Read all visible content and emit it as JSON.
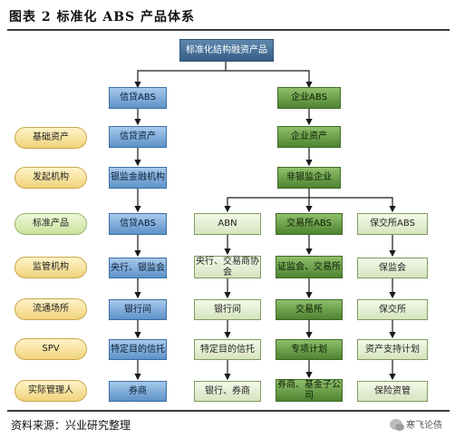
{
  "title": "图表 2    标准化 ABS 产品体系",
  "source": "资料来源：兴业研究整理",
  "wechat_label": "寒飞论债",
  "root": "标准化结构融资产品",
  "row_labels": [
    "基础资产",
    "发起机构",
    "标准产品",
    "监管机构",
    "流通场所",
    "SPV",
    "实际管理人"
  ],
  "columns": {
    "credit": {
      "header": "信贷ABS",
      "cells": [
        "信贷资产",
        "银监金融机构",
        "信贷ABS",
        "央行、银监会",
        "银行间",
        "特定目的信托",
        "券商"
      ]
    },
    "corporate": {
      "header": "企业ABS",
      "cells": [
        "企业资产",
        "非银监企业"
      ]
    },
    "abn": {
      "cells": [
        "ABN",
        "央行、交易商协会",
        "银行间",
        "特定目的信托",
        "银行、券商"
      ]
    },
    "exchange": {
      "cells": [
        "交易所ABS",
        "证监会、交易所",
        "交易所",
        "专项计划",
        "券商、基金子公司"
      ]
    },
    "insurance": {
      "cells": [
        "保交所ABS",
        "保监会",
        "保交所",
        "资产支持计划",
        "保险资管"
      ]
    }
  },
  "colors": {
    "root": "#355f87",
    "credit_column": "#5e92c8",
    "corporate_column": "#4d8330",
    "label_pill": "#f0d37c",
    "connector": "#1a1a1a"
  }
}
